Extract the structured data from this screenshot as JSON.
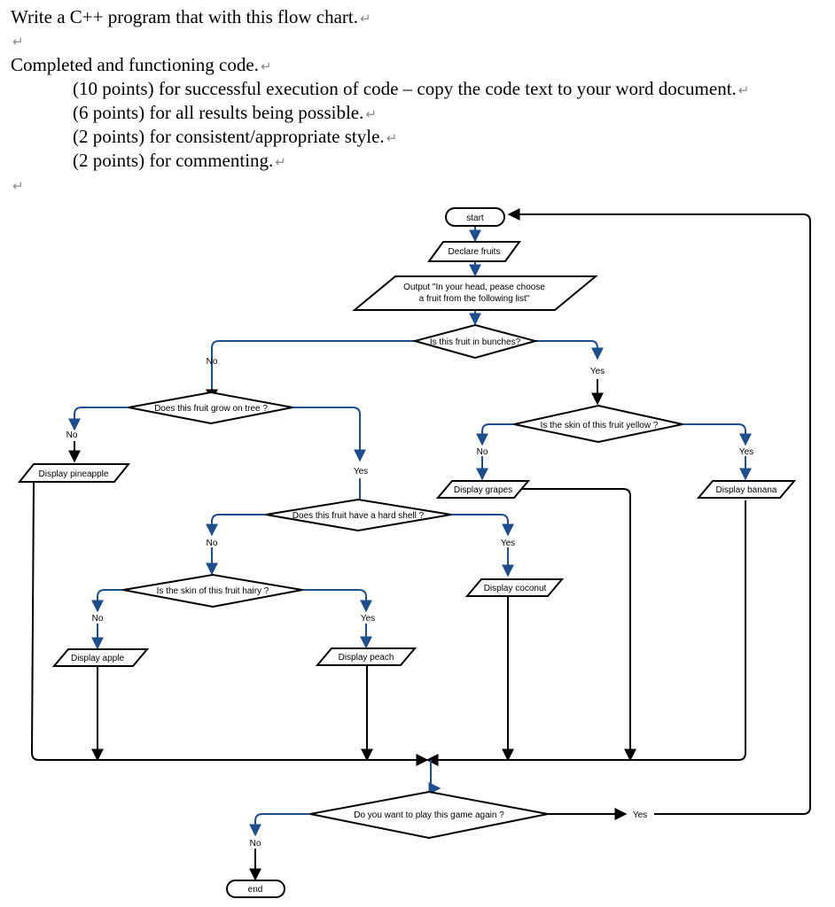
{
  "header": {
    "title": "Write a C++ program that with this flow chart.",
    "requirements_heading": "Completed and functioning code.",
    "rubric": [
      "(10 points) for successful execution of code – copy the code text to your word document.",
      "(6 points) for all results being possible.",
      "(2 points) for consistent/appropriate style.",
      "(2 points) for commenting."
    ],
    "paragraph_mark": "↵"
  },
  "flowchart": {
    "start": "start",
    "declare": "Declare fruits",
    "output_line1": "Output \"In your head, pease choose",
    "output_line2": "a fruit from the following list\"",
    "q_bunches": "Is this fruit in bunches?",
    "q_tree": "Does this fruit grow on tree ?",
    "q_yellow": "Is the skin of this fruit yellow ?",
    "q_hard_shell": "Does this fruit have a hard shell ?",
    "q_hairy": "Is the skin of this fruit hairy ?",
    "q_again": "Do you want to play this game again ?",
    "out_pineapple": "Display pineapple",
    "out_grapes": "Display grapes",
    "out_banana": "Display banana",
    "out_coconut": "Display coconut",
    "out_apple": "Display apple",
    "out_peach": "Display peach",
    "end": "end",
    "yes": "Yes",
    "no": "No"
  }
}
